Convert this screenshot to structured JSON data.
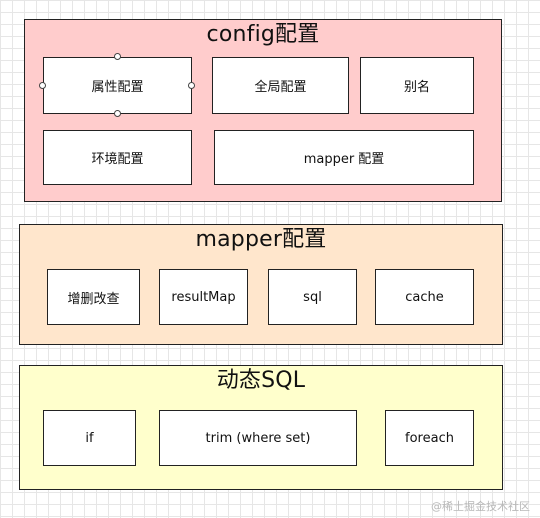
{
  "config_group": {
    "title": "config配置",
    "color": "#ffcccc",
    "items": [
      "属性配置",
      "全局配置",
      "别名",
      "环境配置",
      "mapper 配置"
    ]
  },
  "mapper_group": {
    "title": "mapper配置",
    "color": "#ffe6cc",
    "items": [
      "增删改查",
      "resultMap",
      "sql",
      "cache"
    ]
  },
  "dynamic_sql_group": {
    "title": "动态SQL",
    "color": "#ffffcc",
    "items": [
      "if",
      "trim (where set)",
      "foreach"
    ]
  },
  "watermark": "@稀土掘金技术社区"
}
